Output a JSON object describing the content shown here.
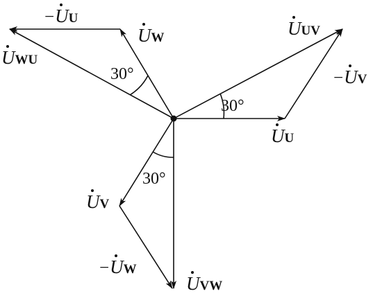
{
  "labels": {
    "neg_uu": {
      "minus": "−",
      "main": "U",
      "sub": "U"
    },
    "uw": {
      "minus": "",
      "main": "U",
      "sub": "W"
    },
    "uwu": {
      "minus": "",
      "main": "U",
      "sub": "WU"
    },
    "uuv": {
      "minus": "",
      "main": "U",
      "sub": "UV"
    },
    "neg_uv": {
      "minus": "−",
      "main": "U",
      "sub": "V"
    },
    "uu": {
      "minus": "",
      "main": "U",
      "sub": "U"
    },
    "uv": {
      "minus": "",
      "main": "U",
      "sub": "V"
    },
    "neg_uw": {
      "minus": "−",
      "main": "U",
      "sub": "W"
    },
    "uvw": {
      "minus": "",
      "main": "U",
      "sub": "VW"
    }
  },
  "angles": {
    "upper_left": "30°",
    "upper_right": "30°",
    "lower": "30°"
  },
  "colors": {
    "line": "#111111",
    "background": "#ffffff"
  }
}
